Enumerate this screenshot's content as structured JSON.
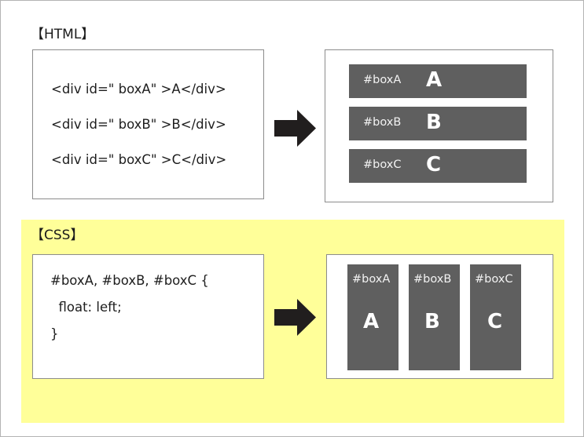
{
  "page": {
    "border_color": "#b4b4b4",
    "background": "#ffffff"
  },
  "sections": {
    "html": {
      "label": "【HTML】",
      "code_lines": [
        "<div id=\" boxA\" >A</div>",
        "<div id=\" boxB\" >B</div>",
        "<div id=\" boxC\" >C</div>"
      ],
      "arrow": "right-arrow-icon",
      "result_boxes": [
        {
          "id": "#boxA",
          "letter": "A"
        },
        {
          "id": "#boxB",
          "letter": "B"
        },
        {
          "id": "#boxC",
          "letter": "C"
        }
      ]
    },
    "css": {
      "label": "【CSS】",
      "band_color": "#ffff99",
      "code_lines": [
        "#boxA, #boxB, #boxC {",
        "  float: left;",
        "}"
      ],
      "arrow": "right-arrow-icon",
      "result_boxes": [
        {
          "id": "#boxA",
          "letter": "A"
        },
        {
          "id": "#boxB",
          "letter": "B"
        },
        {
          "id": "#boxC",
          "letter": "C"
        }
      ]
    }
  },
  "colors": {
    "box_grey": "#5f5f5f",
    "band_yellow": "#ffff99",
    "arrow_black": "#211e1e",
    "frame_grey": "#8c8c8c",
    "text_dark": "#1d1d1d"
  }
}
